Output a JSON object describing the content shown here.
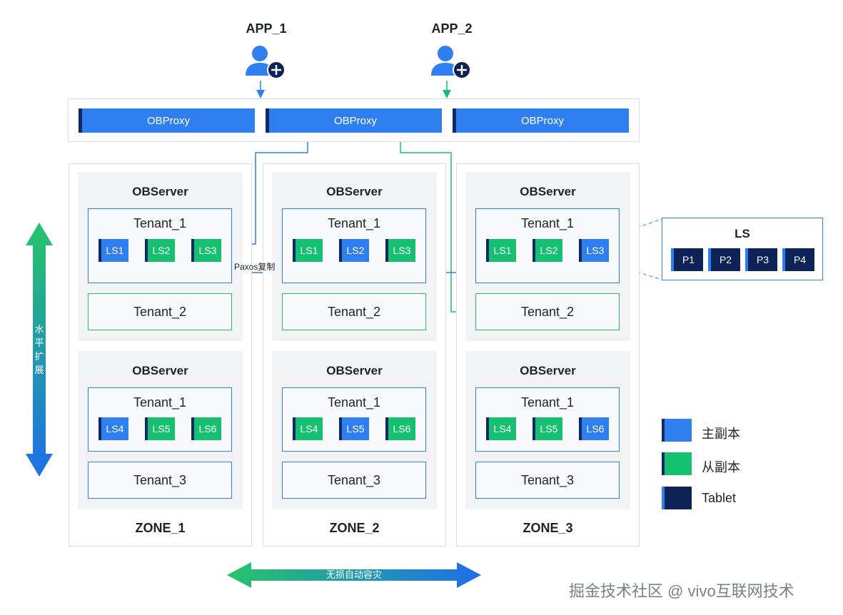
{
  "apps": [
    {
      "label": "APP_1"
    },
    {
      "label": "APP_2"
    }
  ],
  "proxies": [
    "OBProxy",
    "OBProxy",
    "OBProxy"
  ],
  "zones": [
    {
      "label": "ZONE_1",
      "servers": [
        {
          "title": "OBServer",
          "tenants": [
            {
              "name": "Tenant_1",
              "ls": [
                {
                  "label": "LS1",
                  "role": "leader"
                },
                {
                  "label": "LS2",
                  "role": "follower"
                },
                {
                  "label": "LS3",
                  "role": "follower"
                }
              ]
            },
            {
              "name": "Tenant_2"
            }
          ]
        },
        {
          "title": "OBServer",
          "tenants": [
            {
              "name": "Tenant_1",
              "ls": [
                {
                  "label": "LS4",
                  "role": "leader"
                },
                {
                  "label": "LS5",
                  "role": "follower"
                },
                {
                  "label": "LS6",
                  "role": "follower"
                }
              ]
            },
            {
              "name": "Tenant_3"
            }
          ]
        }
      ]
    },
    {
      "label": "ZONE_2",
      "servers": [
        {
          "title": "OBServer",
          "tenants": [
            {
              "name": "Tenant_1",
              "ls": [
                {
                  "label": "LS1",
                  "role": "follower"
                },
                {
                  "label": "LS2",
                  "role": "leader"
                },
                {
                  "label": "LS3",
                  "role": "follower"
                }
              ]
            },
            {
              "name": "Tenant_2"
            }
          ]
        },
        {
          "title": "OBServer",
          "tenants": [
            {
              "name": "Tenant_1",
              "ls": [
                {
                  "label": "LS4",
                  "role": "follower"
                },
                {
                  "label": "LS5",
                  "role": "leader"
                },
                {
                  "label": "LS6",
                  "role": "follower"
                }
              ]
            },
            {
              "name": "Tenant_3"
            }
          ]
        }
      ]
    },
    {
      "label": "ZONE_3",
      "servers": [
        {
          "title": "OBServer",
          "tenants": [
            {
              "name": "Tenant_1",
              "ls": [
                {
                  "label": "LS1",
                  "role": "follower"
                },
                {
                  "label": "LS2",
                  "role": "follower"
                },
                {
                  "label": "LS3",
                  "role": "leader"
                }
              ]
            },
            {
              "name": "Tenant_2"
            }
          ]
        },
        {
          "title": "OBServer",
          "tenants": [
            {
              "name": "Tenant_1",
              "ls": [
                {
                  "label": "LS4",
                  "role": "follower"
                },
                {
                  "label": "LS5",
                  "role": "follower"
                },
                {
                  "label": "LS6",
                  "role": "leader"
                }
              ]
            },
            {
              "name": "Tenant_3"
            }
          ]
        }
      ]
    }
  ],
  "paxos_label": "Paxos复制",
  "ls_detail": {
    "title": "LS",
    "partitions": [
      "P1",
      "P2",
      "P3",
      "P4"
    ]
  },
  "legend": [
    {
      "label": "主副本",
      "color": "#2f7ff0"
    },
    {
      "label": "从副本",
      "color": "#16c071"
    },
    {
      "label": "Tablet",
      "color": "#0d2257"
    }
  ],
  "vertical_arrow_label": "水平扩展",
  "horizontal_arrow_label": "无损自动容灾",
  "watermark": "掘金技术社区 @ vivo互联网技术",
  "colors": {
    "leader": "#2f7ff0",
    "follower": "#16c071",
    "tablet": "#0d2257",
    "app1_arrow": "#2f7ff0",
    "app2_arrow": "#16c071"
  }
}
